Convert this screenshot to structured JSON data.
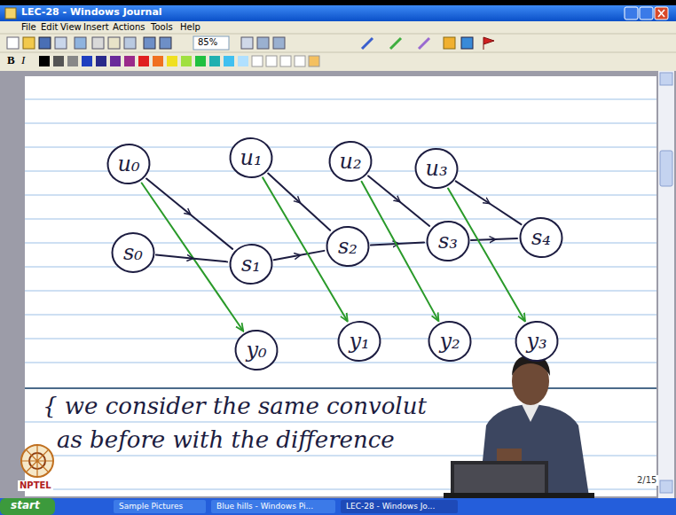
{
  "diagram": {
    "nodes": [
      {
        "text": [
          "u₀"
        ]
      },
      {
        "text": [
          "u₁"
        ]
      },
      {
        "text": [
          "u₂"
        ]
      },
      {
        "text": [
          "u₃"
        ]
      },
      {
        "text": [
          "s₀"
        ]
      },
      {
        "text": [
          "s₁"
        ]
      },
      {
        "text": [
          "s₂"
        ]
      },
      {
        "text": [
          "s₃"
        ]
      },
      {
        "text": [
          "s₄"
        ]
      },
      {
        "text": [
          "y₀"
        ]
      },
      {
        "text": [
          "y₁"
        ]
      },
      {
        "text": [
          "y₂"
        ]
      },
      {
        "text": [
          "y₃"
        ]
      }
    ],
    "edges": [
      {
        "from": 0,
        "to": 5,
        "arrow": "to"
      },
      {
        "from": 0,
        "to": 9,
        "arrow": "to"
      },
      {
        "from": 4,
        "to": 5,
        "arrow": "to"
      },
      {
        "from": 5,
        "to": 6,
        "arrow": "to"
      },
      {
        "from": 1,
        "to": 6,
        "arrow": "to"
      },
      {
        "from": 1,
        "to": 10,
        "arrow": "to"
      },
      {
        "from": 6,
        "to": 7,
        "arrow": "to"
      },
      {
        "from": 2,
        "to": 7,
        "arrow": "to"
      },
      {
        "from": 2,
        "to": 11,
        "arrow": "to"
      },
      {
        "from": 7,
        "to": 8,
        "arrow": "to"
      },
      {
        "from": 3,
        "to": 8,
        "arrow": "to"
      },
      {
        "from": 3,
        "to": 12,
        "arrow": "to"
      }
    ],
    "labels": [
      "LEC-28 - Windows Journal",
      "File",
      "Edit",
      "View",
      "Insert",
      "Actions",
      "Tools",
      "Help",
      "85%",
      "B",
      "I",
      "{ we consider the same convolut",
      "as before with the difference",
      "2/15",
      "NPTEL",
      "start",
      "Sample Pictures",
      "Blue hills - Windows Pi...",
      "LEC-28 - Windows Jo..."
    ]
  }
}
